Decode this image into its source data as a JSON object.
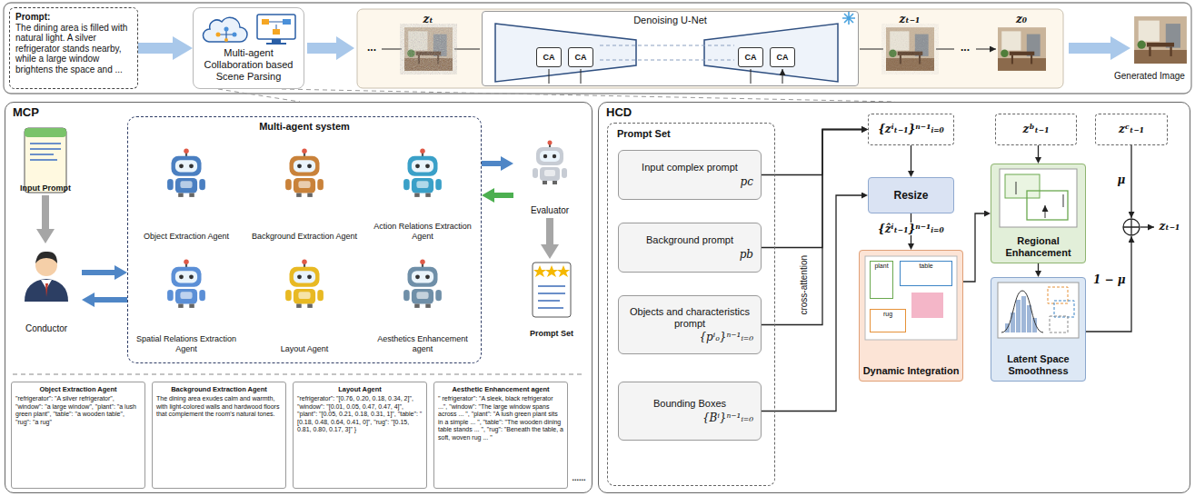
{
  "diagram": {
    "nodes": [
      {
        "text": [
          "Prompt:",
          "The dining area is filled with natural light. A silver refrigerator stands nearby, while a large window brightens the space and ..."
        ]
      },
      {
        "text": [
          "Multi-agent Collaboration based Scene Parsing"
        ]
      },
      {
        "text": [
          "Denoising U-Net"
        ]
      },
      {
        "text": [
          "CA"
        ],
        "in": 2
      },
      {
        "text": [
          "CA"
        ],
        "in": 2
      },
      {
        "text": [
          "CA"
        ],
        "in": 2
      },
      {
        "text": [
          "CA"
        ],
        "in": 2
      },
      {
        "text": [
          "MCP"
        ]
      },
      {
        "text": [
          "Input Prompt"
        ],
        "in": 7
      },
      {
        "text": [
          "Multi-agent system"
        ],
        "in": 7
      },
      {
        "text": [
          "Object Extraction Agent"
        ],
        "in": 9
      },
      {
        "text": [
          "Background Extraction Agent"
        ],
        "in": 9
      },
      {
        "text": [
          "Action Relations Extraction Agent"
        ],
        "in": 9
      },
      {
        "text": [
          "Spatial Relations Extraction Agent"
        ],
        "in": 9
      },
      {
        "text": [
          "Layout Agent"
        ],
        "in": 9
      },
      {
        "text": [
          "Aesthetics Enhancement agent"
        ],
        "in": 9
      },
      {
        "text": [
          "Conductor"
        ],
        "in": 7
      },
      {
        "text": [
          "Evaluator"
        ],
        "in": 7
      },
      {
        "text": [
          "Prompt Set"
        ],
        "in": 7
      },
      {
        "text": [
          "Object Extraction Agent",
          "\"refrigerator\": \"A silver refrigerator\", \"window\": \"a large window\", \"plant\": \"a lush green plant\", \"table\": \"a wooden table\", \"rug\": \"a rug\""
        ],
        "in": 7
      },
      {
        "text": [
          "Background Extraction Agent",
          "The dining area exudes calm and warmth, with light-colored walls and hardwood floors that complement the room's natural tones."
        ],
        "in": 7
      },
      {
        "text": [
          "Layout Agent",
          "\"refrigerator\": \"[0.76, 0.20, 0.18, 0.34, 2]\", \"window\": \"[0.01, 0.05, 0.47, 0.47, 4]\", \"plant\": \"[0.05, 0.21, 0.18, 0.31, 1]\", \"table\": \"[0.18, 0.48, 0.64, 0.41, 0]\", \"rug\": \"[0.15, 0.81, 0.80, 0.17, 3]\" }"
        ],
        "in": 7
      },
      {
        "text": [
          "Aesthetic Enhancement agent",
          "\" refrigerator\": \"A sleek, black refrigerator ...\", \"window\": \"The large window spans across ... \", \"plant\": \"A lush green plant sits in a simple ... \", \"table\": \"The wooden dining table stands ... \", \"rug\": \"Beneath the table, a soft, woven rug ... \""
        ],
        "in": 7
      },
      {
        "text": [
          "HCD"
        ]
      },
      {
        "text": [
          "Prompt Set"
        ],
        "in": 23
      },
      {
        "text": [
          "Input complex prompt",
          "pc"
        ],
        "in": 24
      },
      {
        "text": [
          "Background prompt",
          "pb"
        ],
        "in": 24
      },
      {
        "text": [
          "Objects and characteristics prompt",
          "{pⁱₒ}ⁿ⁻¹ᵢ₌₀"
        ],
        "in": 24
      },
      {
        "text": [
          "Bounding Boxes",
          "{Bⁱ}ⁿ⁻¹ᵢ₌₀"
        ],
        "in": 24
      },
      {
        "text": [
          "{zⁱₜ₋₁}ⁿ⁻¹ᵢ₌₀"
        ],
        "in": 23
      },
      {
        "text": [
          "zᵇₜ₋₁"
        ],
        "in": 23
      },
      {
        "text": [
          "zᶜₜ₋₁"
        ],
        "in": 23
      },
      {
        "text": [
          "Resize"
        ],
        "in": 23
      },
      {
        "text": [
          "Dynamic Integration"
        ],
        "in": 23
      },
      {
        "text": [
          "plant"
        ],
        "in": 33
      },
      {
        "text": [
          "table"
        ],
        "in": 33
      },
      {
        "text": [
          "rug"
        ],
        "in": 33
      },
      {
        "text": [
          "Regional Enhancement"
        ],
        "in": 23
      },
      {
        "text": [
          "Latent Space Smoothness"
        ],
        "in": 23
      }
    ],
    "edges": [
      {
        "from": 0,
        "to": 1,
        "arrow": "to"
      },
      {
        "from": 8,
        "to": 16,
        "arrow": "to"
      },
      {
        "from": 16,
        "to": 9,
        "arrow": "to"
      },
      {
        "from": 9,
        "to": 16,
        "arrow": "to"
      },
      {
        "from": 9,
        "to": 17,
        "arrow": "to"
      },
      {
        "from": 17,
        "to": 9,
        "arrow": "to"
      },
      {
        "from": 17,
        "to": 18,
        "arrow": "to"
      },
      {
        "from": 25,
        "to": 29,
        "arrow": "to"
      },
      {
        "from": 26,
        "to": 29,
        "arrow": "to"
      },
      {
        "from": 27,
        "to": 29,
        "arrow": "to"
      },
      {
        "from": 28,
        "to": 32,
        "arrow": "to"
      },
      {
        "from": 29,
        "to": 32,
        "arrow": "to"
      },
      {
        "from": 32,
        "to": 33,
        "arrow": "to",
        "label": "{ẑⁱₜ₋₁}ⁿ⁻¹ᵢ₌₀"
      },
      {
        "from": 33,
        "to": 37,
        "arrow": "to"
      },
      {
        "from": 30,
        "to": 37,
        "arrow": "to"
      },
      {
        "from": 37,
        "to": 38,
        "arrow": "to"
      }
    ],
    "labels": [
      "...",
      "zₜ",
      "zₜ₋₁",
      "...",
      "z₀",
      "Generated Image",
      "cross-attention",
      "μ",
      "1 − μ",
      "zₜ₋₁",
      "......"
    ]
  }
}
